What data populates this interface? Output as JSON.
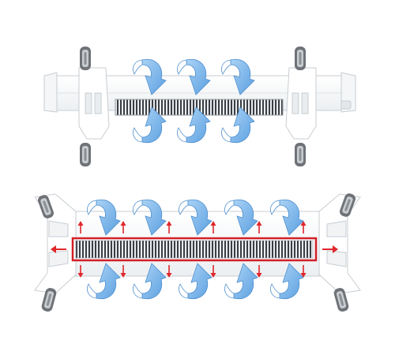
{
  "image": {
    "subject": "convector-heater-airflow",
    "colors": {
      "background": "#ffffff",
      "body": "#ffffff",
      "body_outline": "#c8cdd2",
      "body_shade": "#eef1f3",
      "grille_dark": "#3b3f44",
      "grille_light": "#e9edf0",
      "wheel_tire": "#6f7378",
      "wheel_hub": "#c9cdd1",
      "airflow_blue": "#6fb1ea",
      "airflow_blue_light": "#a9d2f5",
      "heat_red": "#e0262b",
      "frame_red": "#d32027"
    },
    "panels": [
      {
        "name": "top-heater-view",
        "airflow_arrows": 3
      },
      {
        "name": "bottom-heater-view",
        "airflow_arrows": 5,
        "heat_arrows": true
      }
    ]
  }
}
